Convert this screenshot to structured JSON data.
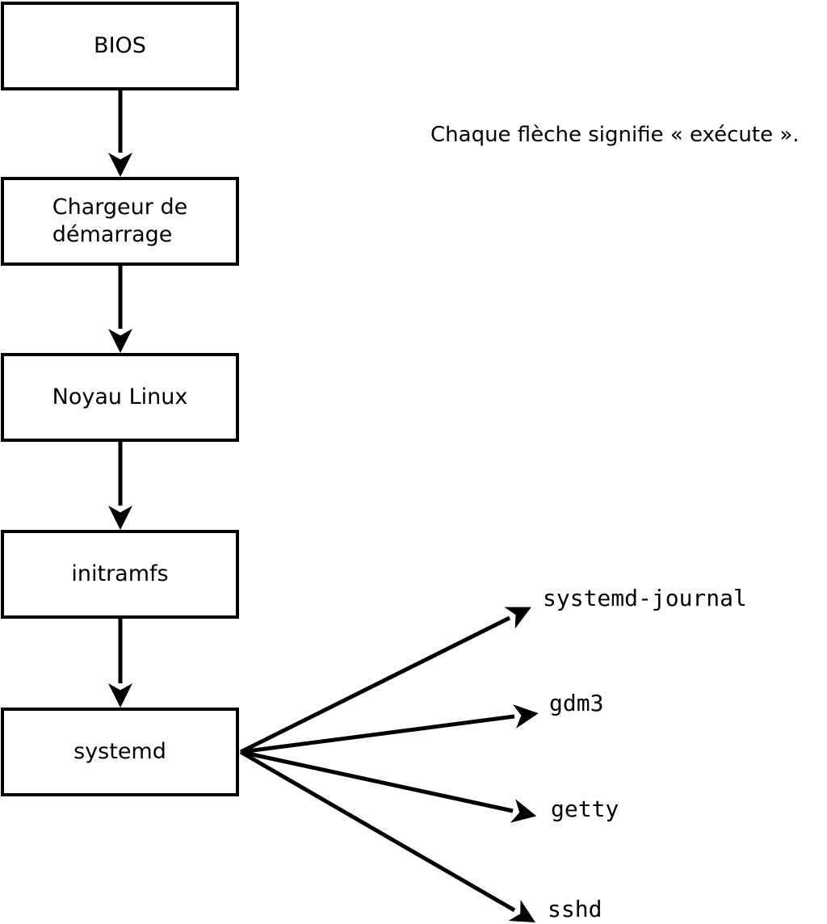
{
  "diagram": {
    "caption": "Chaque flèche signifie « exécute ».",
    "arrow_meaning": "exécute",
    "colors": {
      "line": "#000000",
      "text": "#000000",
      "box_fill": "#ffffff",
      "background": "#ffffff"
    },
    "nodes": {
      "bios": "BIOS",
      "bootloader": "Chargeur de\ndémarrage",
      "kernel": "Noyau Linux",
      "initramfs": "initramfs",
      "systemd": "systemd"
    },
    "processes": {
      "journal": "systemd-journal",
      "gdm3": "gdm3",
      "getty": "getty",
      "sshd": "sshd"
    },
    "edges": [
      {
        "from": "BIOS",
        "to": "Chargeur de démarrage"
      },
      {
        "from": "Chargeur de démarrage",
        "to": "Noyau Linux"
      },
      {
        "from": "Noyau Linux",
        "to": "initramfs"
      },
      {
        "from": "initramfs",
        "to": "systemd"
      },
      {
        "from": "systemd",
        "to": "systemd-journal"
      },
      {
        "from": "systemd",
        "to": "gdm3"
      },
      {
        "from": "systemd",
        "to": "getty"
      },
      {
        "from": "systemd",
        "to": "sshd"
      }
    ]
  }
}
